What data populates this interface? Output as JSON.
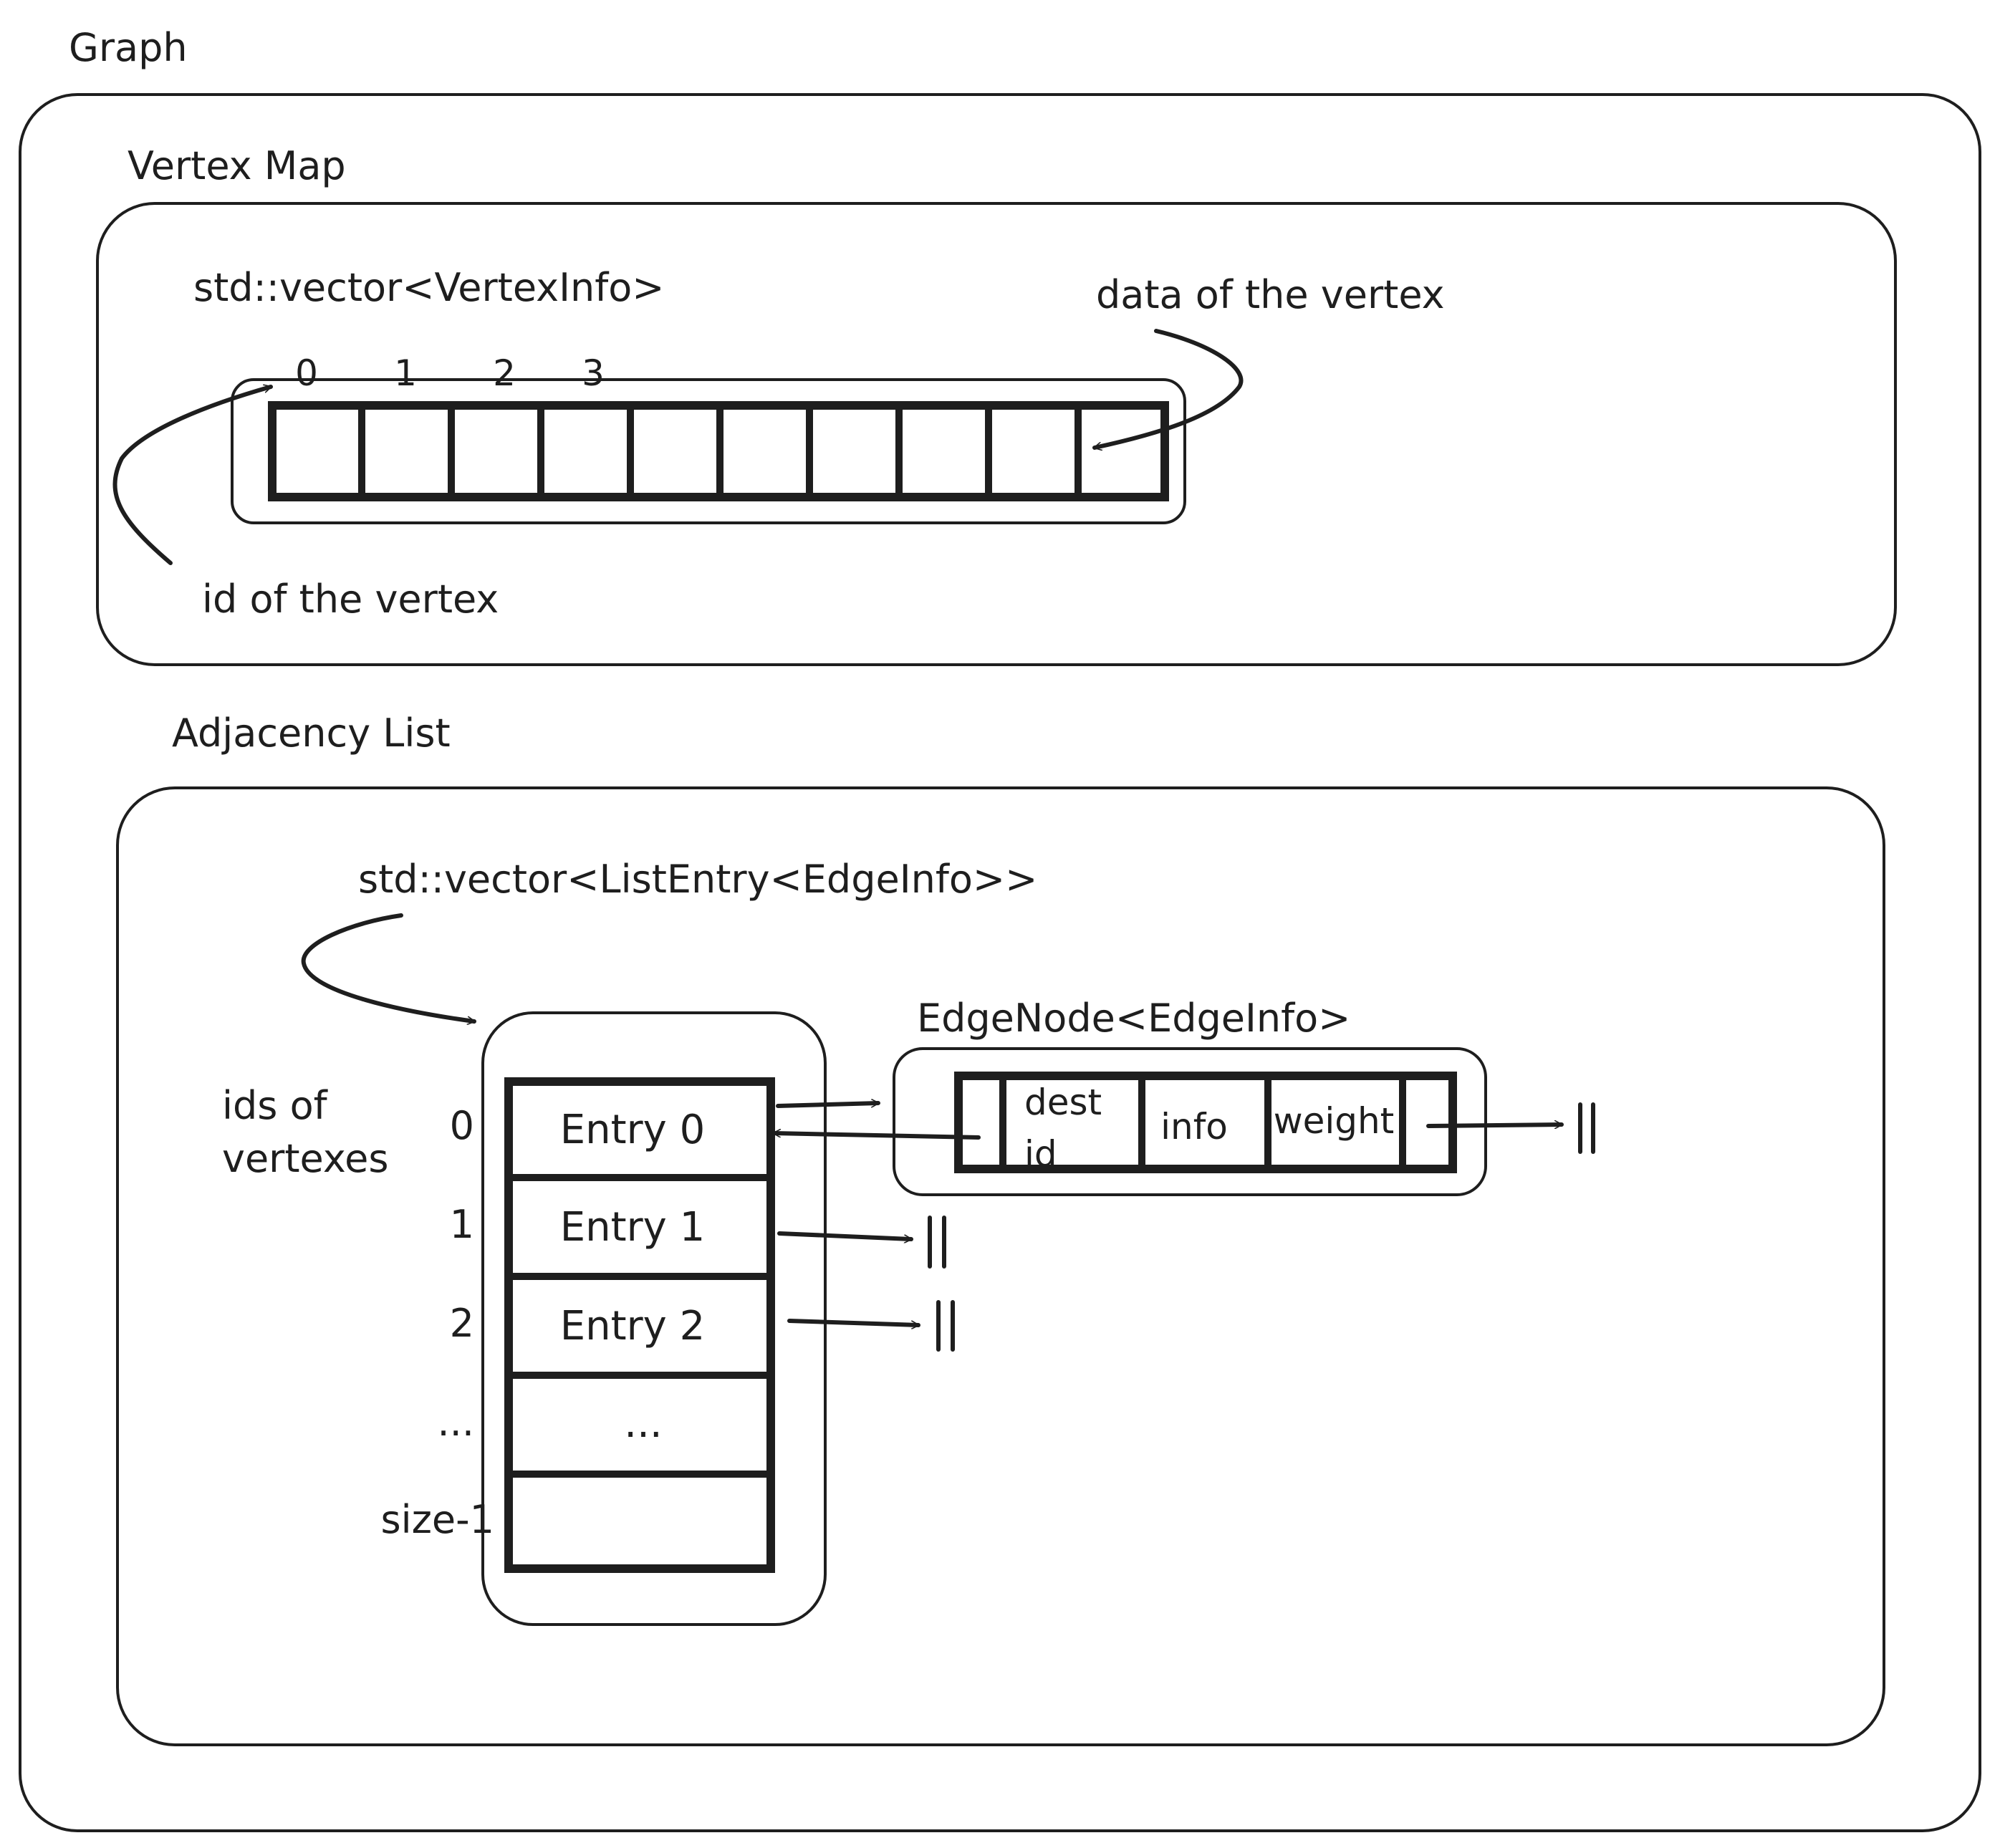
{
  "graph": {
    "title": "Graph",
    "vertex_map": {
      "title": "Vertex Map",
      "vector_label": "std::vector<VertexInfo>",
      "indices": [
        "0",
        "1",
        "2",
        "3"
      ],
      "cell_count": 10,
      "id_annotation": "id of the vertex",
      "data_annotation": "data of the vertex"
    },
    "adjacency_list": {
      "title": "Adjacency List",
      "vector_label": "std::vector<ListEntry<EdgeInfo>>",
      "ids_annotation_line1": "ids of",
      "ids_annotation_line2": "vertexes",
      "row_ids": [
        "0",
        "1",
        "2",
        "...",
        "size-1"
      ],
      "entries": [
        "Entry 0",
        "Entry 1",
        "Entry 2",
        "...",
        ""
      ],
      "edge_node": {
        "label": "EdgeNode<EdgeInfo>",
        "dest_line1": "dest",
        "dest_line2": "id",
        "info": "info",
        "weight": "weight"
      }
    }
  }
}
